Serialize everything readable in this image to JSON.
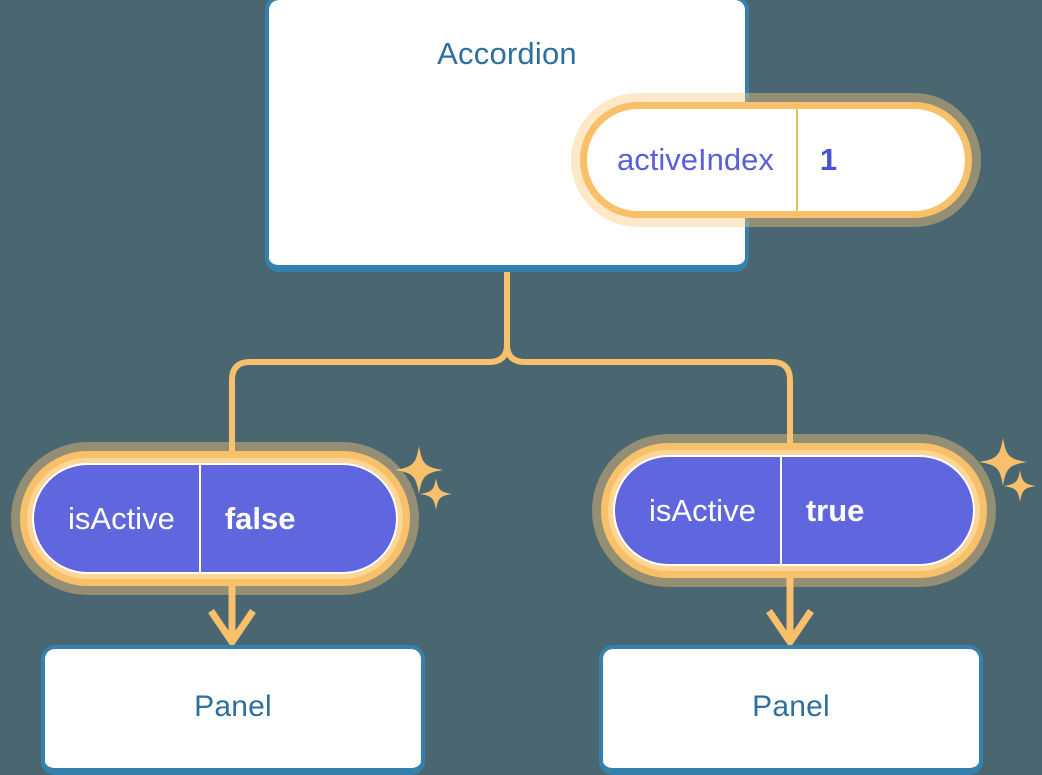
{
  "background": "#4a6670",
  "theme": {
    "card_border": "#3581ae",
    "card_text": "#2e6f9e",
    "pill_ring": "#f8c069",
    "pill_halo": "#fbd697",
    "pill_purple": "#6066dd",
    "state_text": "#5b5fd8",
    "connector": "#f9c06c",
    "white": "#ffffff"
  },
  "root": {
    "title": "Accordion",
    "state": {
      "key": "activeIndex",
      "value": "1"
    },
    "sparkle_icon": "sparkle-icon"
  },
  "children": [
    {
      "state": {
        "key": "isActive",
        "value": "false"
      },
      "panel": {
        "title": "Panel"
      },
      "sparkle_icon": "sparkle-icon",
      "arrow_icon": "arrow-down-icon"
    },
    {
      "state": {
        "key": "isActive",
        "value": "true"
      },
      "panel": {
        "title": "Panel"
      },
      "sparkle_icon": "sparkle-icon",
      "arrow_icon": "arrow-down-icon"
    }
  ],
  "connectors": {
    "root_to_branch_icon": "branch-connector",
    "stroke_width": 6
  }
}
